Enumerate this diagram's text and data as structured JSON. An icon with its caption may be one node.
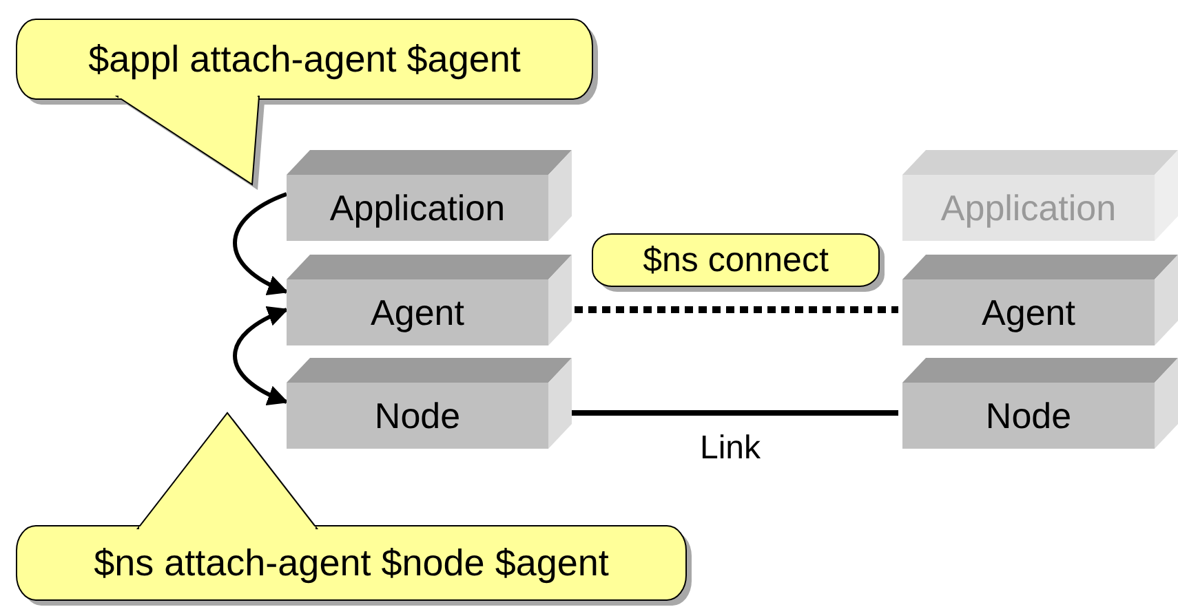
{
  "diagram": {
    "nodes": [
      {
        "text": [
          "$appl attach-agent $agent"
        ]
      },
      {
        "text": [
          "Application"
        ]
      },
      {
        "text": [
          "Agent"
        ]
      },
      {
        "text": [
          "Node"
        ]
      },
      {
        "text": [
          "$ns connect"
        ]
      },
      {
        "text": [
          "Application"
        ]
      },
      {
        "text": [
          "Agent"
        ]
      },
      {
        "text": [
          "Node"
        ]
      },
      {
        "text": [
          "$ns attach-agent $node $agent"
        ]
      }
    ],
    "edges": [
      {
        "from": 1,
        "to": 2,
        "arrow": "to"
      },
      {
        "from": 2,
        "to": 3,
        "arrow": "both"
      },
      {
        "from": 2,
        "to": 6,
        "arrow": "none",
        "style": "dashed"
      },
      {
        "from": 3,
        "to": 7,
        "arrow": "none",
        "label": "Link"
      }
    ]
  }
}
